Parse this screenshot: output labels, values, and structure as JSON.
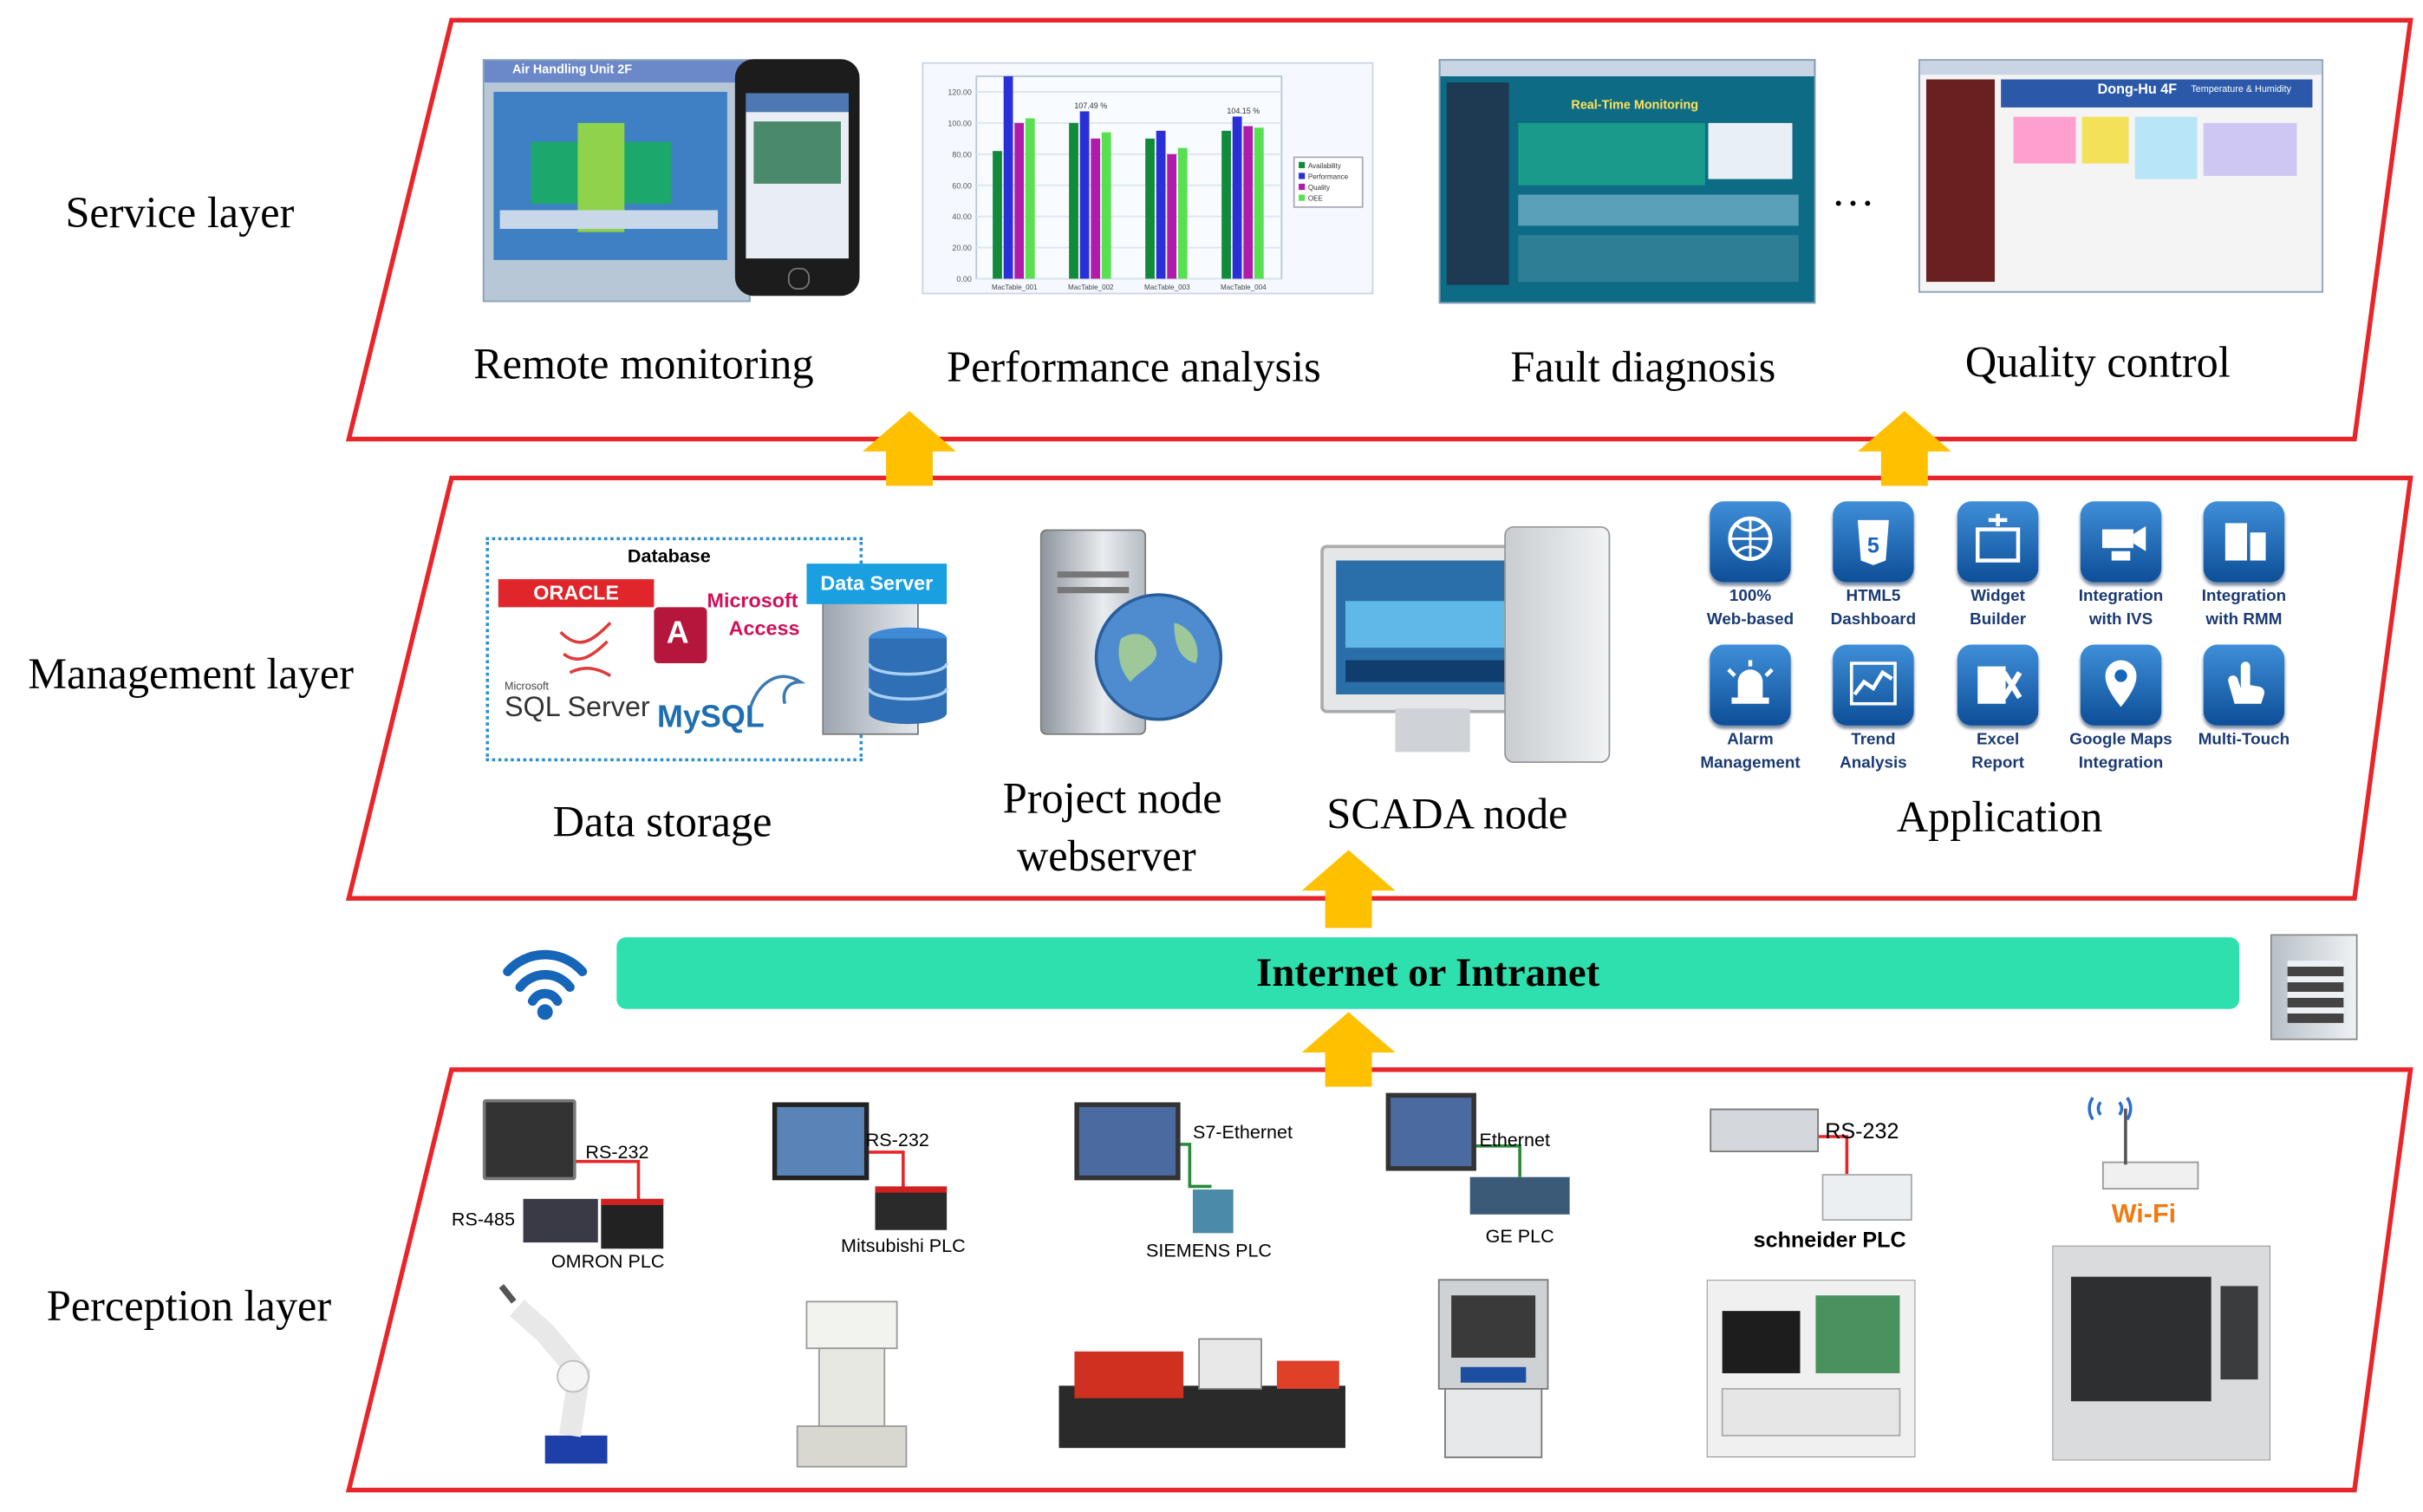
{
  "layers": {
    "service": "Service layer",
    "management": "Management layer",
    "perception": "Perception layer"
  },
  "service": {
    "items": [
      "Remote monitoring",
      "Performance analysis",
      "Fault diagnosis",
      "Quality control"
    ],
    "ellipsis": "…",
    "screens": {
      "remote": {
        "title": "Air Handling Unit 2F"
      },
      "fault": {
        "title": "Real-Time Monitoring"
      },
      "quality": {
        "title": "Dong-Hu 4F",
        "subtitle": "Temperature & Humidity"
      }
    }
  },
  "chart_data": {
    "type": "bar",
    "categories": [
      "MacTable_001",
      "MacTable_002",
      "MacTable_003",
      "MacTable_004"
    ],
    "series": [
      {
        "name": "Availability",
        "values": [
          82,
          100,
          90,
          95
        ]
      },
      {
        "name": "Performance",
        "values": [
          130,
          107.49,
          95,
          104.15
        ]
      },
      {
        "name": "Quality",
        "values": [
          100,
          90,
          80,
          98
        ]
      },
      {
        "name": "OEE",
        "values": [
          103,
          94,
          84,
          97
        ]
      }
    ],
    "value_labels": [
      "107.49 %",
      "104.15 %"
    ],
    "y_ticks": [
      "0.00",
      "20.00",
      "40.00",
      "60.00",
      "80.00",
      "100.00",
      "120.00"
    ],
    "ylim": [
      0,
      130
    ],
    "legend_position": "right",
    "colors": [
      "#118a3a",
      "#2a2fd8",
      "#b01ca8",
      "#58e050"
    ]
  },
  "management": {
    "database_title": "Database",
    "oracle": "ORACLE",
    "microsoft_access": [
      "Microsoft",
      "Access"
    ],
    "sql_server_small": "Microsoft",
    "sql_server": "SQL Server",
    "mysql": "MySQL",
    "data_server": "Data Server",
    "captions": {
      "storage": "Data storage",
      "project": [
        "Project node",
        "webserver"
      ],
      "scada": "SCADA node",
      "application": "Application"
    },
    "apps": [
      {
        "label": [
          "100%",
          "Web-based"
        ],
        "icon": "globe-icon"
      },
      {
        "label": [
          "HTML5",
          "Dashboard"
        ],
        "icon": "html5-icon"
      },
      {
        "label": [
          "Widget",
          "Builder"
        ],
        "icon": "widget-icon"
      },
      {
        "label": [
          "Integration",
          "with IVS"
        ],
        "icon": "camera-icon"
      },
      {
        "label": [
          "Integration",
          "with RMM"
        ],
        "icon": "rmm-icon"
      },
      {
        "label": [
          "Alarm",
          "Management"
        ],
        "icon": "alarm-icon"
      },
      {
        "label": [
          "Trend",
          "Analysis"
        ],
        "icon": "trend-icon"
      },
      {
        "label": [
          "Excel",
          "Report"
        ],
        "icon": "excel-icon"
      },
      {
        "label": [
          "Google Maps",
          "Integration"
        ],
        "icon": "map-pin-icon"
      },
      {
        "label": [
          "Multi-Touch"
        ],
        "icon": "touch-icon"
      }
    ]
  },
  "network": {
    "label": "Internet or Intranet"
  },
  "perception": {
    "rs232": "RS-232",
    "rs485": "RS-485",
    "omron": "OMRON  PLC",
    "mitsubishi": "Mitsubishi  PLC",
    "s7": "S7-Ethernet",
    "siemens": "SIEMENS PLC",
    "ethernet": "Ethernet",
    "ge": "GE PLC",
    "schneider": "schneider PLC",
    "wifi": "Wi-Fi"
  },
  "colors": {
    "layer_border": "#e8262a",
    "arrow": "#ffc000",
    "network_bar": "#2ee0ad",
    "app_icon": "#1565b8"
  }
}
